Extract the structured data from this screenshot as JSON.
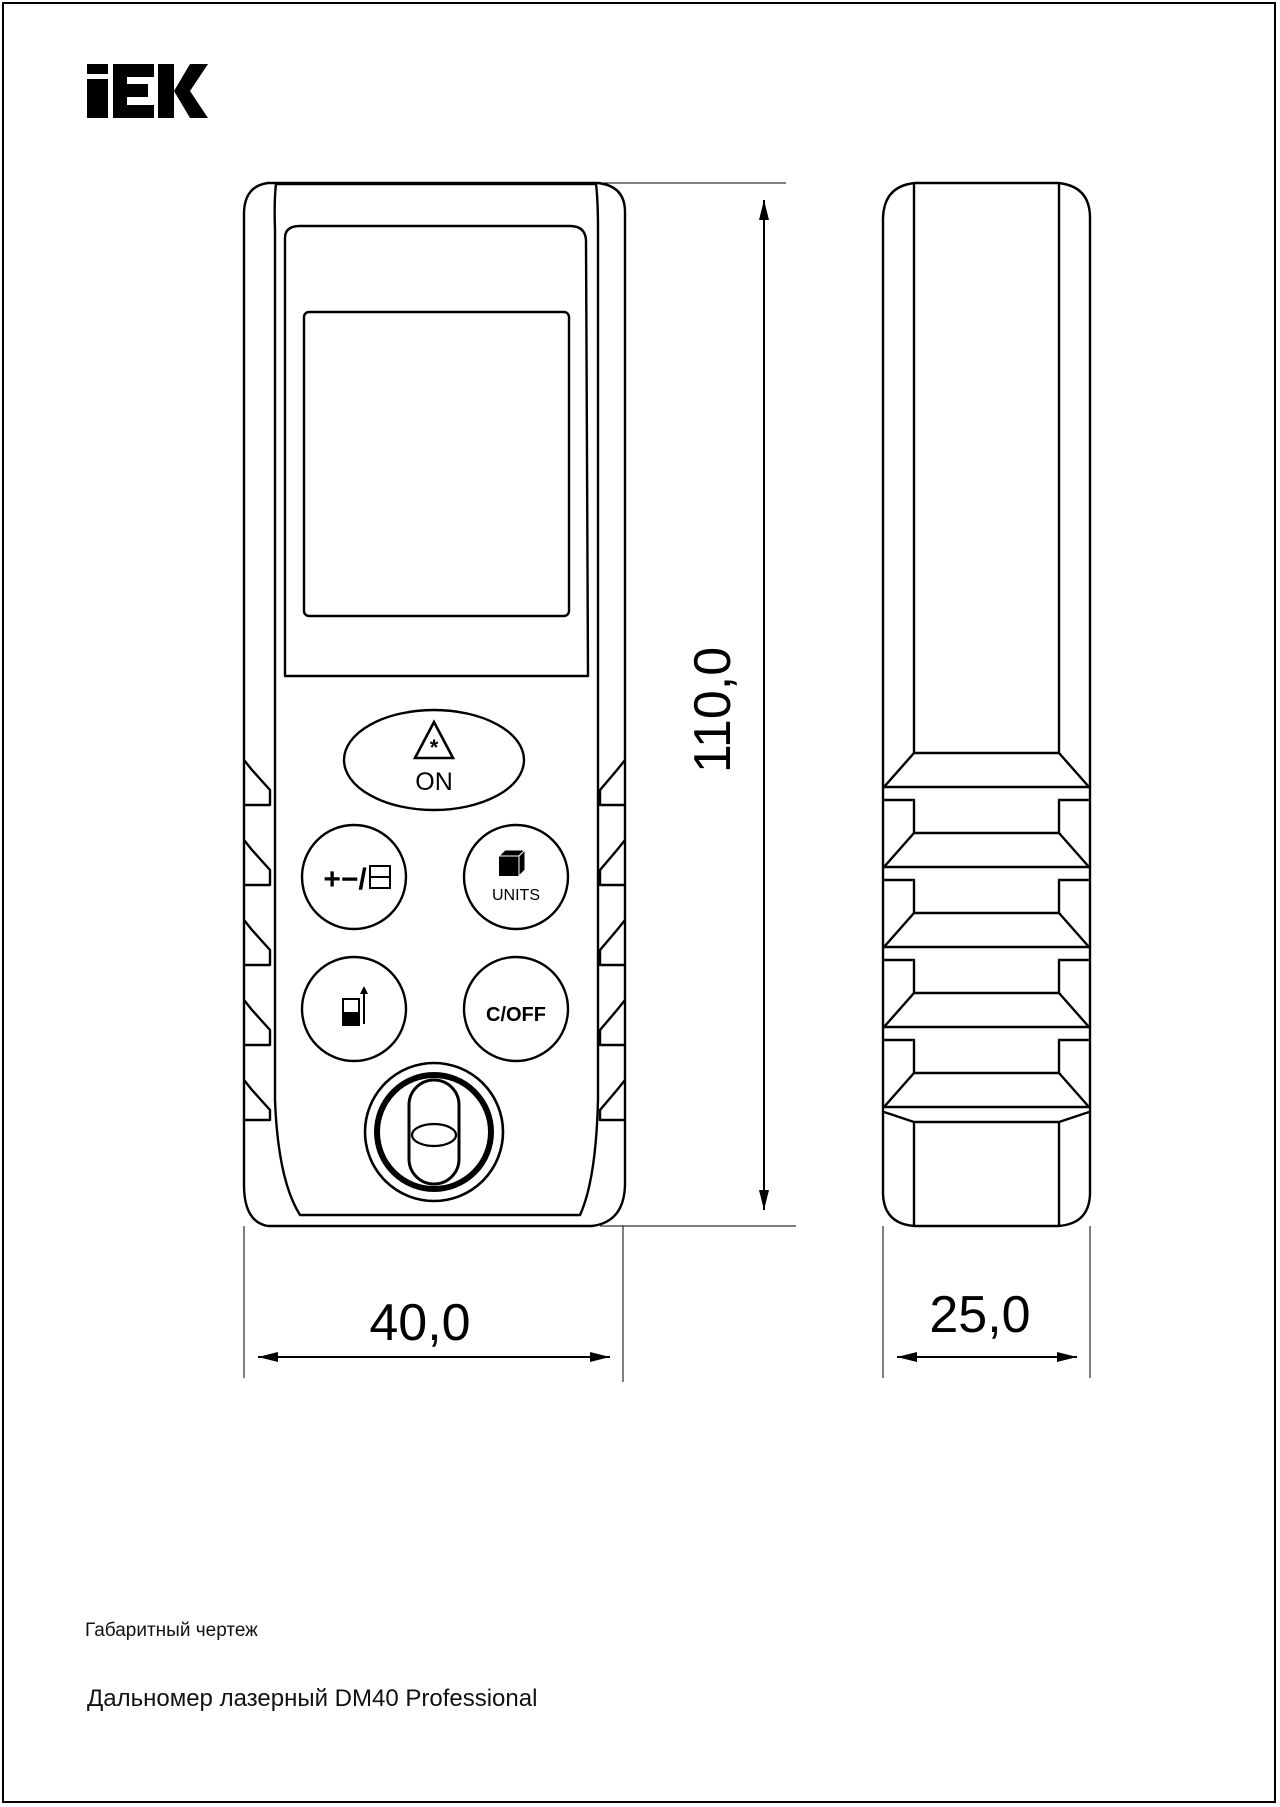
{
  "brand": {
    "logo_text": "IEK"
  },
  "dimensions": {
    "height": "110,0",
    "width": "40,0",
    "depth": "25,0"
  },
  "buttons": {
    "on_label": "ON",
    "add_sub_label": "+−/",
    "units_label": "UNITS",
    "c_off_label": "C/OFF"
  },
  "captions": {
    "drawing_type": "Габаритный чертеж",
    "product_name": "Дальномер лазерный DM40 Professional"
  }
}
